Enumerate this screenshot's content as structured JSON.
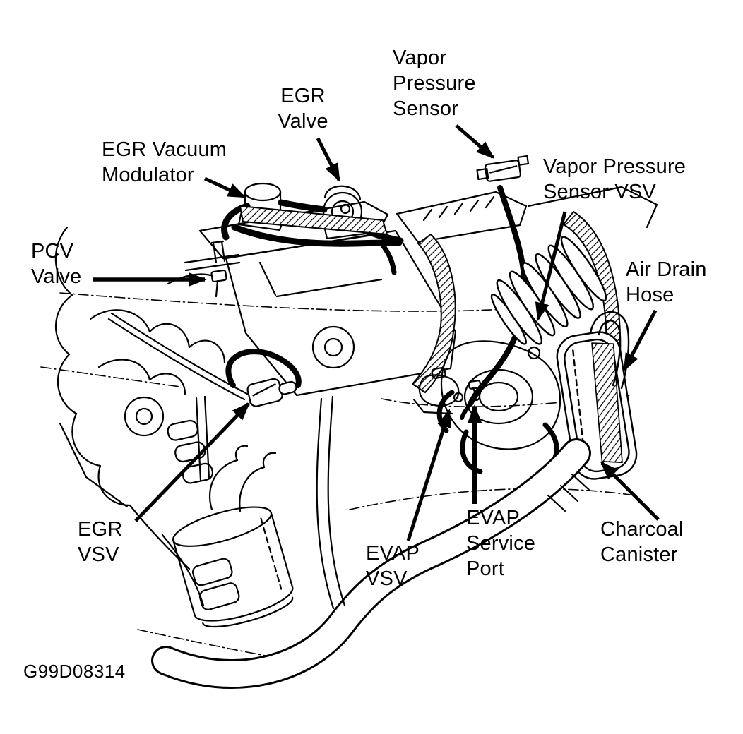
{
  "figure": {
    "code": "G99D08314",
    "line_color": "#000000",
    "background": "#ffffff"
  },
  "callouts": {
    "egr_vacuum_modulator": {
      "line1": "EGR Vacuum",
      "line2": "Modulator"
    },
    "egr_valve": {
      "line1": "EGR",
      "line2": "Valve"
    },
    "vapor_pressure_sensor": {
      "line1": "Vapor",
      "line2": "Pressure",
      "line3": "Sensor"
    },
    "vapor_pressure_sensor_vsv": {
      "line1": "Vapor Pressure",
      "line2": "Sensor VSV"
    },
    "pcv_valve": {
      "line1": "PCV",
      "line2": "Valve"
    },
    "air_drain_hose": {
      "line1": "Air Drain",
      "line2": "Hose"
    },
    "egr_vsv": {
      "line1": "EGR",
      "line2": "VSV"
    },
    "evap_vsv": {
      "line1": "EVAP",
      "line2": "VSV"
    },
    "evap_service_port": {
      "line1": "EVAP",
      "line2": "Service",
      "line3": "Port"
    },
    "charcoal_canister": {
      "line1": "Charcoal",
      "line2": "Canister"
    }
  }
}
